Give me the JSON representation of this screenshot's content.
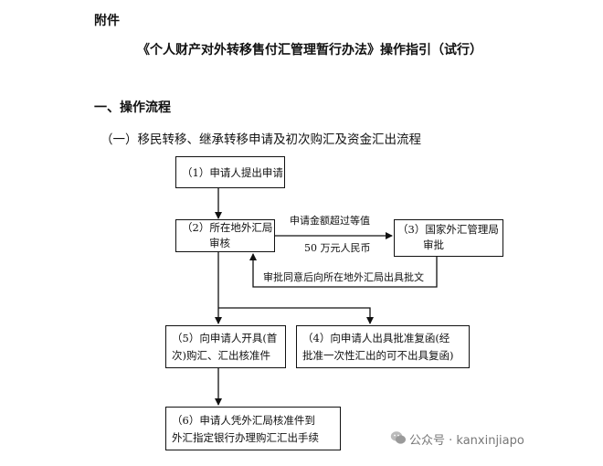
{
  "header": {
    "attachment": "附件",
    "title": "《个人财产对外转移售付汇管理暂行办法》操作指引（试行）"
  },
  "section": {
    "heading": "一、操作流程",
    "subheading": "（一）移民转移、继承转移申请及初次购汇及资金汇出流程"
  },
  "flow": {
    "step1": {
      "line1": "（1）申请人提出申请"
    },
    "step2": {
      "line1": "（2）所在地外汇局",
      "line2": "审核"
    },
    "step3": {
      "line1": "（3）国家外汇管理局",
      "line2": "审批"
    },
    "step4": {
      "line1": "（4）向申请人出具批准复函(经",
      "line2": "批准一次性汇出的可不出具复函)"
    },
    "step5": {
      "line1": "（5）向申请人开具(首",
      "line2": "次)购汇、汇出核准件"
    },
    "step6": {
      "line1": "（6）申请人凭外汇局核准件到",
      "line2": "外汇指定银行办理购汇汇出手续"
    },
    "edge_2_3_top": "申请金额超过等值",
    "edge_2_3_bottom": "50 万元人民币",
    "edge_3_2_return": "审批同意后向所在地外汇局出具批文"
  },
  "watermark": {
    "text": "公众号 · kanxinjiapo"
  }
}
